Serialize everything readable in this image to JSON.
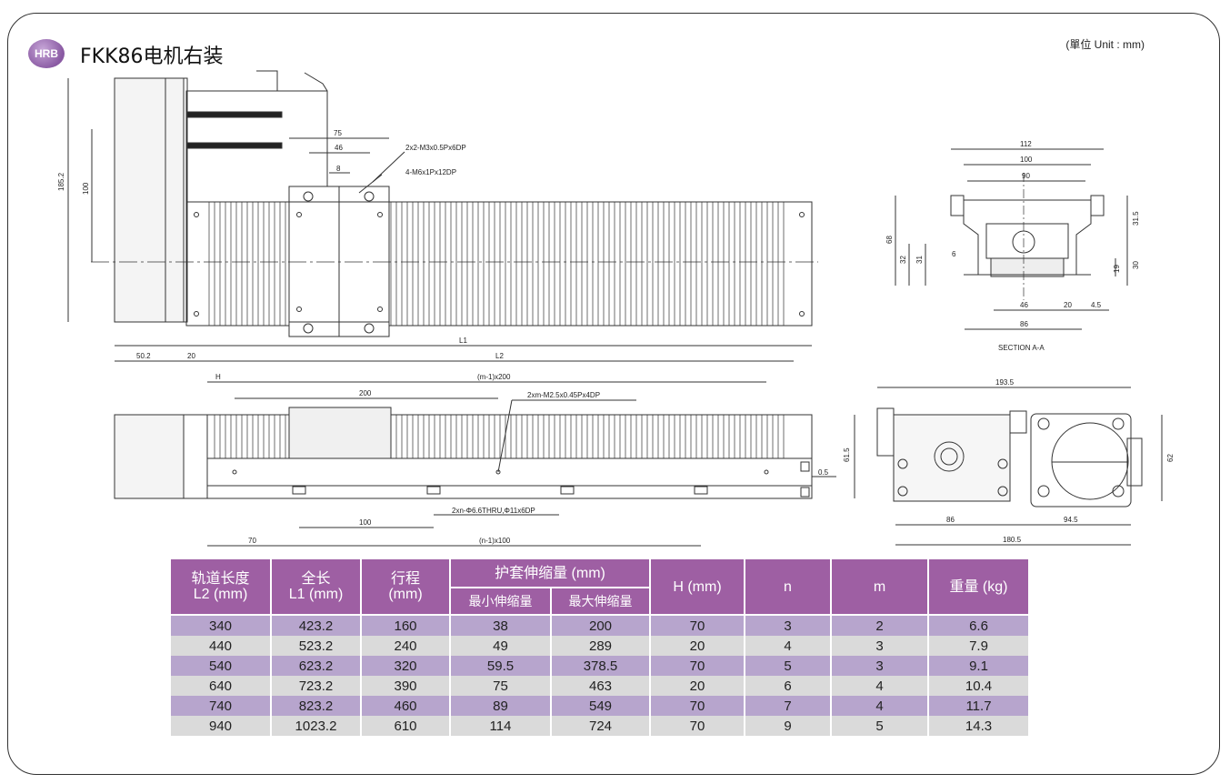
{
  "header": {
    "logo": "HRB",
    "title": "FKK86电机右装",
    "unit": "(單位 Unit : mm)"
  },
  "drawing": {
    "top_view": {
      "dim_75": "75",
      "dim_46": "46",
      "dim_8": "8",
      "dim_185_2": "185.2",
      "dim_100": "100",
      "callout_a": "2x2-M3x0.5Px6DP",
      "callout_b": "4-M6x1Px12DP"
    },
    "front_view": {
      "L1": "L1",
      "L2": "L2",
      "dim_50_2": "50.2",
      "dim_20": "20",
      "H": "H",
      "m_pitch": "(m-1)x200",
      "dim_200": "200",
      "callout_c": "2xm-M2.5x0.45Px4DP",
      "callout_d": "2xn-Φ6.6THRU,Φ11x6DP",
      "dim_100": "100",
      "dim_70": "70",
      "n_pitch": "(n-1)x100",
      "dim_61_5": "61.5",
      "dim_0_5": "0.5"
    },
    "section": {
      "label": "SECTION A-A",
      "d112": "112",
      "d100": "100",
      "d90": "90",
      "d68": "68",
      "d32": "32",
      "d31": "31",
      "d6": "6",
      "d31_5": "31.5",
      "d30": "30",
      "d19": "19",
      "d46": "46",
      "d20": "20",
      "d4_5": "4.5",
      "d86": "86"
    },
    "end_view": {
      "d193_5": "193.5",
      "d62": "62",
      "d86": "86",
      "d94_5": "94.5",
      "d180_5": "180.5"
    }
  },
  "table": {
    "headers": {
      "rail_length": [
        "轨道长度",
        "L2 (mm)"
      ],
      "total_length": [
        "全长",
        "L1 (mm)"
      ],
      "stroke": [
        "行程",
        "(mm)"
      ],
      "bellows": "护套伸缩量 (mm)",
      "min": "最小伸缩量",
      "max": "最大伸缩量",
      "h": "H (mm)",
      "n": "n",
      "m": "m",
      "weight": "重量 (kg)"
    },
    "rows": [
      [
        "340",
        "423.2",
        "160",
        "38",
        "200",
        "70",
        "3",
        "2",
        "6.6"
      ],
      [
        "440",
        "523.2",
        "240",
        "49",
        "289",
        "20",
        "4",
        "3",
        "7.9"
      ],
      [
        "540",
        "623.2",
        "320",
        "59.5",
        "378.5",
        "70",
        "5",
        "3",
        "9.1"
      ],
      [
        "640",
        "723.2",
        "390",
        "75",
        "463",
        "20",
        "6",
        "4",
        "10.4"
      ],
      [
        "740",
        "823.2",
        "460",
        "89",
        "549",
        "70",
        "7",
        "4",
        "11.7"
      ],
      [
        "940",
        "1023.2",
        "610",
        "114",
        "724",
        "70",
        "9",
        "5",
        "14.3"
      ]
    ]
  },
  "colors": {
    "header_bg": "#9e5fa3",
    "row_odd": "#b7a5cd",
    "row_even": "#dadada"
  }
}
